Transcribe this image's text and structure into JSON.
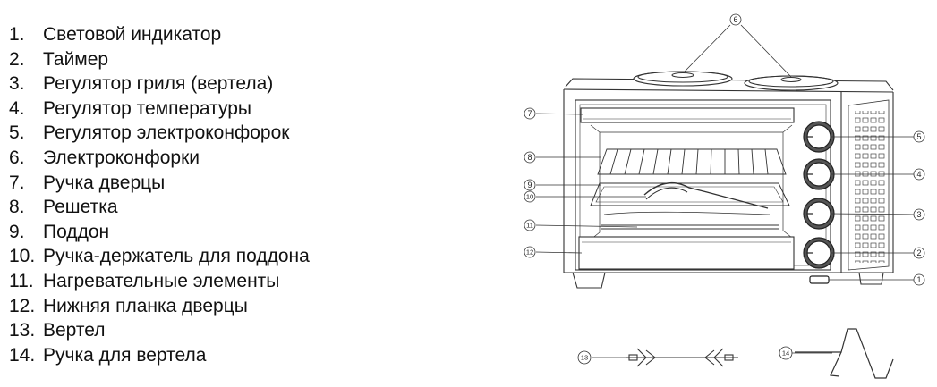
{
  "parts": [
    {
      "num": "1.",
      "label": "Световой индикатор"
    },
    {
      "num": "2.",
      "label": "Таймер"
    },
    {
      "num": "3.",
      "label": "Регулятор гриля (вертела)"
    },
    {
      "num": "4.",
      "label": "Регулятор температуры"
    },
    {
      "num": "5.",
      "label": "Регулятор электроконфорок"
    },
    {
      "num": "6.",
      "label": "Электроконфорки"
    },
    {
      "num": "7.",
      "label": "Ручка дверцы"
    },
    {
      "num": "8.",
      "label": "Решетка"
    },
    {
      "num": "9.",
      "label": "Поддон"
    },
    {
      "num": "10.",
      "label": "Ручка-держатель для поддона"
    },
    {
      "num": "11.",
      "label": "Нагревательные элементы"
    },
    {
      "num": "12.",
      "label": "Нижняя планка дверцы"
    },
    {
      "num": "13.",
      "label": "Вертел"
    },
    {
      "num": "14.",
      "label": "Ручка для вертела"
    }
  ],
  "callouts": {
    "c1": "1",
    "c2": "2",
    "c3": "3",
    "c4": "4",
    "c5": "5",
    "c6": "6",
    "c7": "7",
    "c8": "8",
    "c9": "9",
    "c10": "10",
    "c11": "11",
    "c12": "12",
    "c13": "13",
    "c14": "14"
  }
}
